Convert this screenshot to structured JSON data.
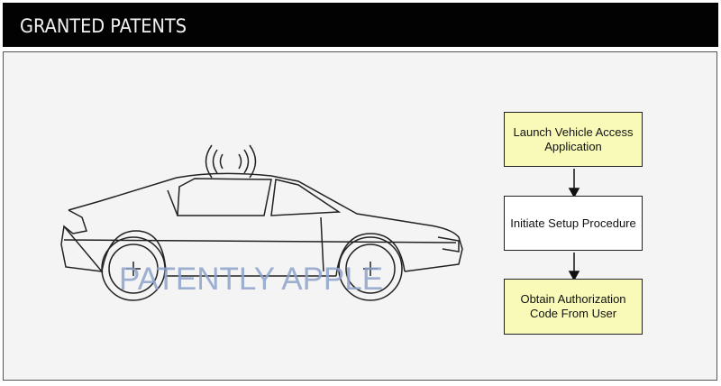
{
  "header": {
    "title": "GRANTED PATENTS"
  },
  "watermark": "PATENTLY APPLE",
  "flowchart": {
    "steps": [
      {
        "label": "Launch Vehicle Access Application",
        "fill": "#fafab8"
      },
      {
        "label": "Initiate Setup Procedure",
        "fill": "#ffffff"
      },
      {
        "label": "Obtain Authorization Code From User",
        "fill": "#fafab8"
      }
    ]
  }
}
